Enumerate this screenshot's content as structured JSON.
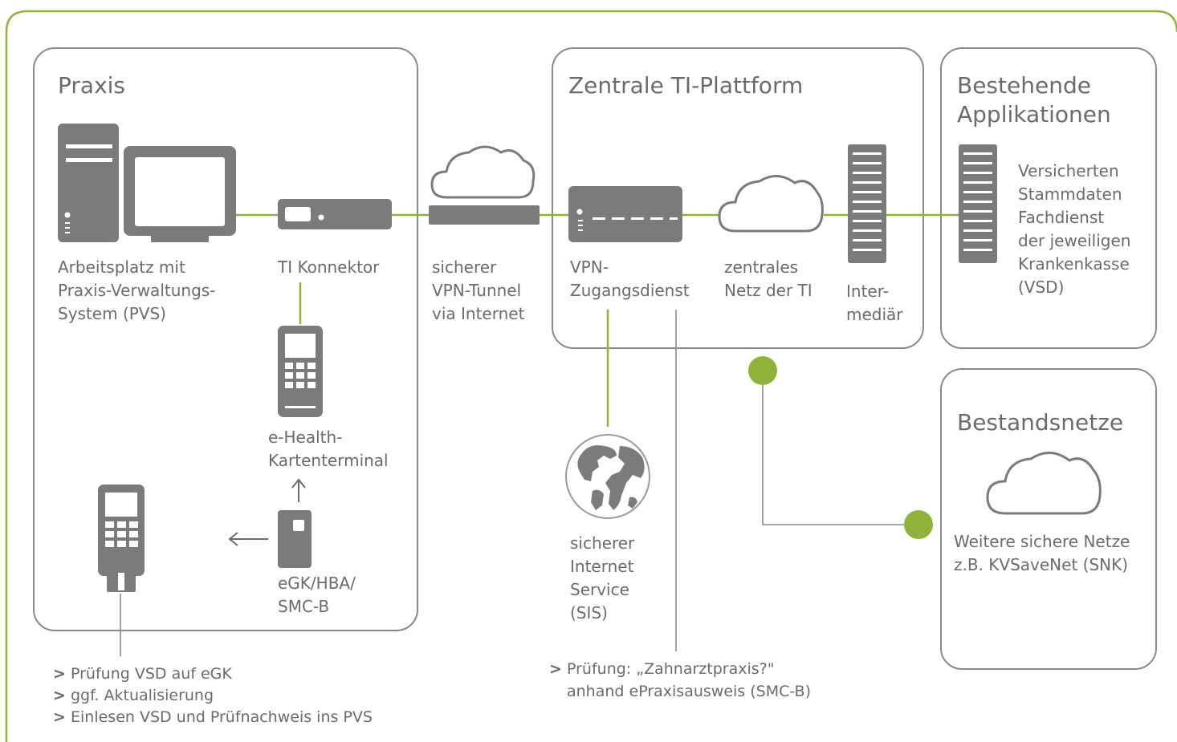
{
  "colors": {
    "accent": "#8fb33a",
    "icon": "#7b7b7b",
    "text": "#6b6b6b",
    "border": "#8a8a8a"
  },
  "praxis": {
    "title": "Praxis",
    "workstation": [
      "Arbeitsplatz mit",
      "Praxis-Verwaltungs-",
      "System (PVS)"
    ],
    "konnektor": "TI Konnektor",
    "terminal": [
      "e-Health-",
      "Kartenterminal"
    ],
    "card": [
      "eGK/HBA/",
      "SMC-B"
    ]
  },
  "tunnel": [
    "sicherer",
    "VPN-Tunnel",
    "via Internet"
  ],
  "ti": {
    "title": "Zentrale TI-Plattform",
    "vpn": [
      "VPN-",
      "Zugangsdienst"
    ],
    "netz": [
      "zentrales",
      "Netz der TI"
    ],
    "intermediaer": [
      "Inter-",
      "mediär"
    ]
  },
  "apps": {
    "title": [
      "Bestehende",
      "Applikationen"
    ],
    "vsd": [
      "Versicherten",
      "Stammdaten",
      "Fachdienst",
      "der jeweiligen",
      "Krankenkasse",
      "(VSD)"
    ]
  },
  "bestand": {
    "title": "Bestandsnetze",
    "text": [
      "Weitere sichere Netze",
      "z.B. KVSaveNet (SNK)"
    ]
  },
  "sis": [
    "sicherer",
    "Internet",
    "Service",
    "(SIS)"
  ],
  "notes_left": {
    "marker": ">",
    "items": [
      "Prüfung VSD auf eGK",
      "ggf. Aktualisierung",
      "Einlesen VSD und Prüfnachweis ins PVS"
    ]
  },
  "notes_center": {
    "marker": ">",
    "lines": [
      "Prüfung: „Zahnarztpraxis?\"",
      "anhand ePraxisausweis (SMC-B)"
    ]
  }
}
